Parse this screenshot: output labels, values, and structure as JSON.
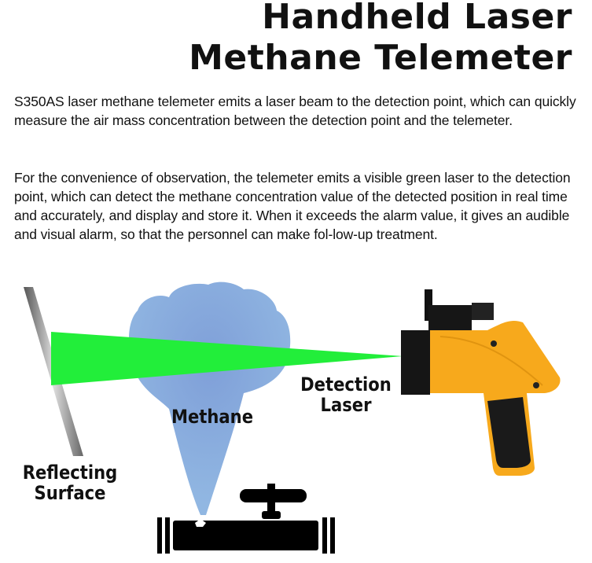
{
  "title": {
    "line1": "Handheld Laser",
    "line2": "Methane Telemeter"
  },
  "paragraphs": [
    "S350AS laser methane telemeter emits a laser beam to the detection point, which can quickly measure the air mass concentration between the detection point and the telemeter.",
    "For the convenience of observation, the telemeter emits a visible green laser to the detection point, which can detect the methane concentration value of the detected position in real time and accurately, and display and store it. When it exceeds the alarm value, it gives an audible and visual alarm, so that the personnel can make fol-low-up treatment."
  ],
  "labels": {
    "reflecting_line1": "Reflecting",
    "reflecting_line2": "Surface",
    "methane": "Methane",
    "detection_line1": "Detection",
    "detection_line2": "Laser"
  },
  "colors": {
    "laser": "#22ee3a",
    "gas": "#8fb4e0",
    "device": "#f7a91c"
  }
}
